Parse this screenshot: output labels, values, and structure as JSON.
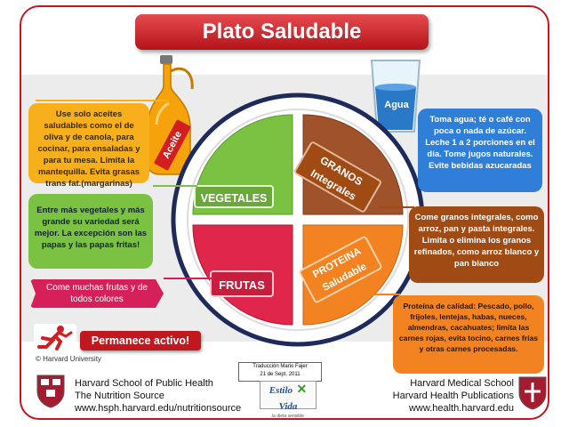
{
  "title": "Plato Saludable",
  "oil": {
    "bottle_label": "Aceite",
    "text": "Use solo aceites saludables como el de oliva y de canola, para cocinar, para ensaladas y para tu mesa. Limita la mantequilla. Evita grasas trans fat.(margarinas)"
  },
  "vegetables": {
    "label": "VEGETALES",
    "text": "Entre más vegetales y más grande su variedad será mejor. La excepción son las papas y las papas fritas!"
  },
  "fruits": {
    "label": "FRUTAS",
    "text": "Come muchas frutas y de todos colores"
  },
  "water": {
    "label": "Agua",
    "text": "Toma agua;  té o café con poca o nada de azúcar. Leche 1 a 2 porciones en el día. Tome jugos naturales. Evite bebidas azucaradas"
  },
  "grains": {
    "label_1": "GRANOS",
    "label_2": "Integrales",
    "text": "Come granos integrales, como arroz, pan y pasta integrales. Limita o elimina los granos refinados, como arroz blanco y pan blanco"
  },
  "protein": {
    "label_1": "PROTEINA",
    "label_2": "Saludable",
    "text": "Proteína de calidad: Pescado, pollo, frijoles, lentejas, habas, nueces, almendras, cacahuates; limita las carnes rojas, evita tocino, carnes frías y otras carnes procesadas."
  },
  "activity": {
    "label": "Permanece activo!"
  },
  "copyright": "© Harvard University",
  "credit": {
    "line1": "Traducción Mario Fajer",
    "line2": "21 de Sept. 2011"
  },
  "estilo": {
    "word1": "Estilo",
    "word2": "Vida",
    "tagline": "la dieta sensible"
  },
  "footer_left": {
    "line1": "Harvard School of Public Health",
    "line2": "The Nutrition Source",
    "line3": "www.hsph.harvard.edu/nutritionsource"
  },
  "footer_right": {
    "line1": "Harvard Medical School",
    "line2": "Harvard Health Publications",
    "line3": "www.health.harvard.edu"
  },
  "colors": {
    "brand_red": "#c0181e",
    "oil": "#f7b01c",
    "vegetables": "#7cc242",
    "fruits": "#d5205a",
    "water": "#2f7fd8",
    "grains": "#a04a14",
    "protein": "#f28320"
  }
}
